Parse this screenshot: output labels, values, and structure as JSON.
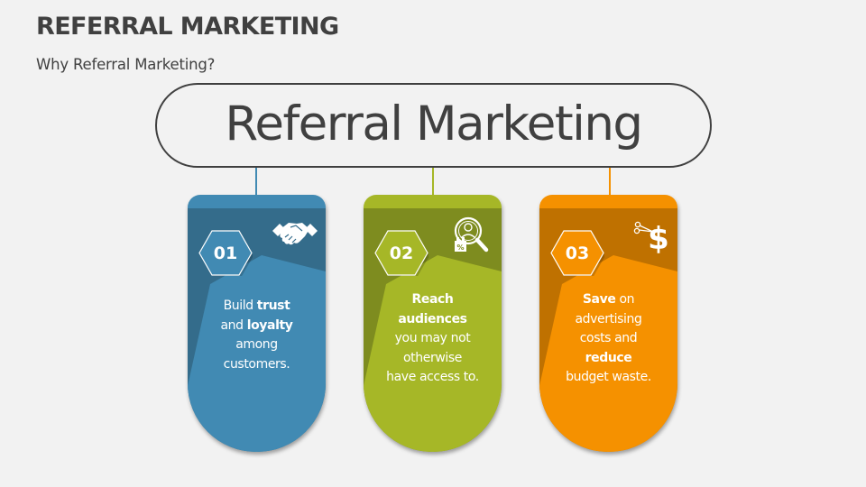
{
  "slide": {
    "title": "REFERRAL MARKETING",
    "subtitle": "Why Referral Marketing?"
  },
  "hub": {
    "label": "Referral Marketing",
    "border_color": "#404040"
  },
  "cards": [
    {
      "number": "01",
      "icon": "handshake-icon",
      "colors": {
        "base": "#418ab3",
        "dark": "#346c8b",
        "connector": "#418ab3"
      },
      "lines": [
        [
          {
            "text": "Build ",
            "bold": false
          },
          {
            "text": "trust",
            "bold": true
          }
        ],
        [
          {
            "text": "and ",
            "bold": false
          },
          {
            "text": "loyalty",
            "bold": true
          }
        ],
        [
          {
            "text": "among",
            "bold": false
          }
        ],
        [
          {
            "text": "customers.",
            "bold": false
          }
        ]
      ],
      "text_plain": "Build trust and loyalty among customers."
    },
    {
      "number": "02",
      "icon": "audience-search-icon",
      "icon_badge": "%",
      "colors": {
        "base": "#a6b727",
        "dark": "#7e8c1f",
        "connector": "#a6b727"
      },
      "lines": [
        [
          {
            "text": "Reach",
            "bold": true
          }
        ],
        [
          {
            "text": "audiences",
            "bold": true
          }
        ],
        [
          {
            "text": "you may not",
            "bold": false
          }
        ],
        [
          {
            "text": "otherwise",
            "bold": false
          }
        ],
        [
          {
            "text": "have access to.",
            "bold": false
          }
        ]
      ],
      "text_plain": "Reach audiences you may not otherwise have access to."
    },
    {
      "number": "03",
      "icon": "cut-cost-dollar-icon",
      "icon_glyph": "$",
      "colors": {
        "base": "#f59100",
        "dark": "#bf7100",
        "connector": "#f59100"
      },
      "lines": [
        [
          {
            "text": "Save",
            "bold": true
          },
          {
            "text": " on",
            "bold": false
          }
        ],
        [
          {
            "text": "advertising",
            "bold": false
          }
        ],
        [
          {
            "text": "costs and",
            "bold": false
          }
        ],
        [
          {
            "text": "reduce",
            "bold": true
          }
        ],
        [
          {
            "text": "budget waste.",
            "bold": false
          }
        ]
      ],
      "text_plain": "Save on advertising costs and reduce budget waste."
    }
  ]
}
